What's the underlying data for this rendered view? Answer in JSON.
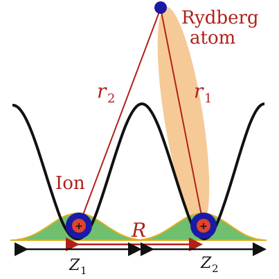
{
  "labels": {
    "rydberg_line1": "Rydberg",
    "rydberg_line2": "atom",
    "r1": "r",
    "r1_sub": "1",
    "r2": "r",
    "r2_sub": "2",
    "ion": "Ion",
    "R": "R",
    "z1": "Z",
    "z1_sub": "1",
    "z2": "Z",
    "z2_sub": "2"
  },
  "colors": {
    "potential": "#111111",
    "red_lines": "#b0201a",
    "rydberg_cloud": "#f4c48c",
    "ion_blue": "#1a1aa8",
    "ion_red": "#e0442a",
    "wavepacket_fill": "#6fbf6f",
    "wavepacket_edge": "#e0b020",
    "arrow_black": "#111111"
  }
}
